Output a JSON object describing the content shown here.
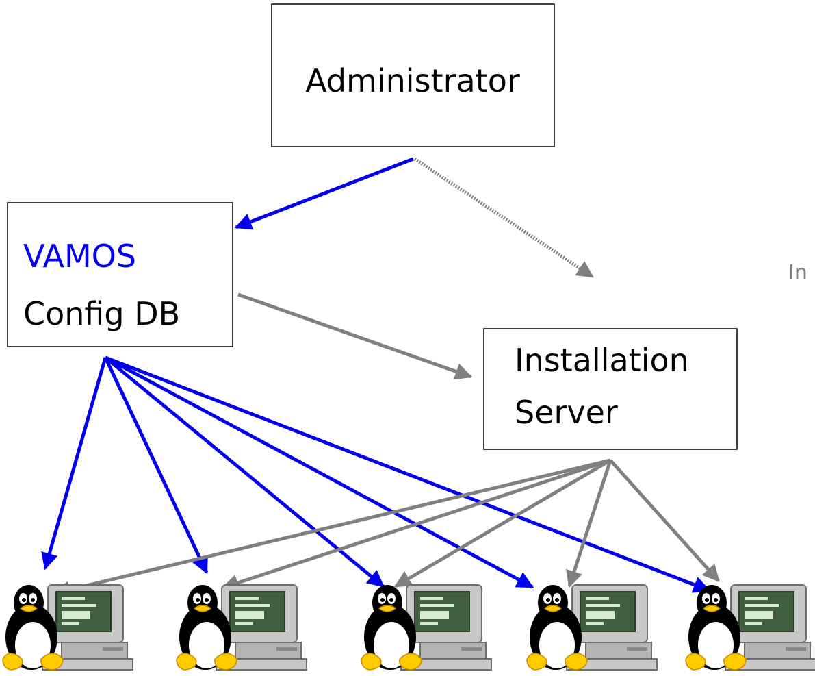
{
  "colors": {
    "box_border": "#000000",
    "blue_arrow": "#0000ee",
    "gray_arrow": "#808080",
    "vamos_text": "#0000ee",
    "text": "#000000",
    "stray_text": "#808080"
  },
  "nodes": {
    "administrator": {
      "label": "Administrator"
    },
    "config_db": {
      "line1": "VAMOS",
      "line2": "Config DB"
    },
    "installation_server": {
      "line1": "Installation",
      "line2": "Server"
    }
  },
  "offscreen_label": "In",
  "clients": [
    {
      "icon": "linux-penguin-computer-icon"
    },
    {
      "icon": "linux-penguin-computer-icon"
    },
    {
      "icon": "linux-penguin-computer-icon"
    },
    {
      "icon": "linux-penguin-computer-icon"
    },
    {
      "icon": "linux-penguin-computer-icon"
    }
  ],
  "edges": [
    {
      "from": "administrator",
      "to": "config_db",
      "color": "blue",
      "style": "solid"
    },
    {
      "from": "administrator",
      "to": "installation_server",
      "color": "gray",
      "style": "dotted"
    },
    {
      "from": "config_db",
      "to": "installation_server",
      "color": "gray",
      "style": "solid"
    },
    {
      "from": "config_db",
      "to": "client-1",
      "color": "blue",
      "style": "solid"
    },
    {
      "from": "config_db",
      "to": "client-2",
      "color": "blue",
      "style": "solid"
    },
    {
      "from": "config_db",
      "to": "client-3",
      "color": "blue",
      "style": "solid"
    },
    {
      "from": "config_db",
      "to": "client-4",
      "color": "blue",
      "style": "solid"
    },
    {
      "from": "config_db",
      "to": "client-5",
      "color": "blue",
      "style": "solid"
    },
    {
      "from": "installation_server",
      "to": "client-1",
      "color": "gray",
      "style": "solid"
    },
    {
      "from": "installation_server",
      "to": "client-2",
      "color": "gray",
      "style": "solid"
    },
    {
      "from": "installation_server",
      "to": "client-3",
      "color": "gray",
      "style": "solid"
    },
    {
      "from": "installation_server",
      "to": "client-4",
      "color": "gray",
      "style": "solid"
    },
    {
      "from": "installation_server",
      "to": "client-5",
      "color": "gray",
      "style": "solid"
    }
  ]
}
